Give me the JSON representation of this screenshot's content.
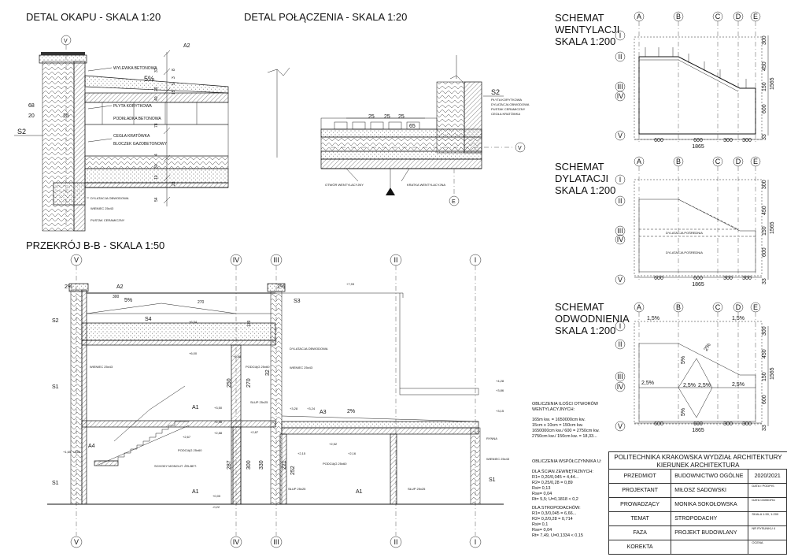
{
  "titles": {
    "okap": "DETAL OKAPU - SKALA 1:20",
    "polaczenie": "DETAL POŁĄCZENIA - SKALA 1:20",
    "przekroj": "PRZEKRÓJ B-B - SKALA 1:50",
    "went": [
      "SCHEMAT",
      "WENTYLACJI",
      "SKALA 1:200"
    ],
    "dyl": [
      "SCHEMAT",
      "DYLATACJI",
      "SKALA 1:200"
    ],
    "odw": [
      "SCHEMAT",
      "ODWODNIENIA",
      "SKALA 1:200"
    ]
  },
  "axes_plan_cols": [
    "A",
    "B",
    "C",
    "D",
    "E"
  ],
  "axes_plan_rows": [
    "I",
    "II",
    "III",
    "IV",
    "V"
  ],
  "axes_section": [
    "V",
    "IV",
    "III",
    "II",
    "I"
  ],
  "plan_dims": {
    "bottom": [
      "600",
      "600",
      "300",
      "300"
    ],
    "total": "1865",
    "right": [
      "300",
      "450",
      "150",
      "600",
      "33"
    ],
    "right_total": "1565"
  },
  "plan_dyl_label": "DYLATACJA POŚREDNIA",
  "odw_slopes": [
    "1,5%",
    "1,5%",
    "2%",
    "5%",
    "2,5%",
    "2,5%",
    "2,5%",
    "2,5%",
    "5%"
  ],
  "okap_labels": {
    "a2": "A2",
    "s2": "S2",
    "v": "V",
    "wylewka": "WYLEWKA BETONOWA",
    "slope": "5%",
    "plyta": "PŁYTA KORYTKOWA",
    "podkladka": "PODKŁADKA BETONOWA",
    "cegla": "CEGŁA KRATÓWKA",
    "bloczek": "BLOCZEK GAZOBETONOWY",
    "dylatacja": "DYLATACJA OBWODOWA",
    "wieniec": "WIENIEC 25x43",
    "pustak": "PUSTAK CERAMICZNY",
    "dims": [
      "68",
      "20",
      "25",
      "37",
      "29",
      "8",
      "3",
      "5",
      "15",
      "40",
      "78",
      "4",
      "30",
      "10",
      "54",
      "22"
    ]
  },
  "polacz_labels": {
    "s2": "S2",
    "v": "V",
    "e": "E",
    "plyta": "PŁYTA KORYTKOWA",
    "dylatacja": "DYLATACJA OBWODOWA",
    "pustak": "PUSTAK CERAMICZNY",
    "cegla": "CEGŁA KRATÓWKA",
    "otwor": "OTWÓR WENTYLACYJNY",
    "kratka": "KRATKA WENTYLACYJNA",
    "dims": [
      "25",
      "25",
      "25",
      "65"
    ]
  },
  "section_labels": {
    "pct_left": "2%",
    "pct_mid": "2%",
    "a2": "A2",
    "s3": "S3",
    "s2": "S2",
    "s4": "S4",
    "s1a": "S1",
    "s1b": "S1",
    "s1c": "S1",
    "a1a": "A1",
    "a1b": "A1",
    "a1c": "A1",
    "a3": "A3",
    "a4": "A4",
    "slope5": "5%",
    "slope2": "2%",
    "d300": "300",
    "d270": "270",
    "dylatacja": "DYLATACJA OBWODOWA",
    "wieniec1": "WIENIEC 25x43",
    "wieniec2": "WIENIEC 25x43",
    "wieniec3": "WIENIEC 25x43",
    "podciag1": "PODCIĄG 25x60",
    "podciag2": "PODCIĄG 25x60",
    "podciag3": "PODCIĄG 25x60",
    "slup1": "SŁUP 25x25",
    "slup2": "SŁUP 25x25",
    "slup3": "SŁUP 25x25",
    "schody": "SCHODY MONOLIT. ŻELBET.",
    "rynna": "RYNNA",
    "lv": [
      "+7,93",
      "+6,54",
      "+6,00",
      "+5,88",
      "+3,50",
      "+3,28",
      "+3,24",
      "+2,98",
      "+2,88",
      "+2,67",
      "+2,87",
      "+2,52",
      "+2,16",
      "+2,15",
      "+1,85",
      "+1,65",
      "+0,00",
      "-0,22",
      "+4,28",
      "+3,86",
      "+3,15"
    ],
    "vert": [
      "250",
      "270",
      "32",
      "287",
      "300",
      "330",
      "221",
      "252",
      "139"
    ]
  },
  "calc1": {
    "head": "OBLICZENIA ILOŚCI OTWORÓW WENTYLACYJNYCH:",
    "lines": [
      "165m kw. = 1650000cm kw.",
      "15cm x 10cm = 150cm kw.",
      "1650000cm kw./ 600 = 2750cm kw.",
      "2750cm kw./ 150cm kw. = 18,33..."
    ]
  },
  "calc2": {
    "head": "OBLICZENIA WSPÓŁCZYNNIKA U:",
    "sub1": "DLA ŚCIAN ZEWNĘTRZNYCH:",
    "lines1": [
      "R1= 0,20/0,045 = 4,44...",
      "R2= 0,25/0,28 = 0,89",
      "Rsi= 0,13",
      "Rse= 0,04",
      "Rt= 5,5; U=0,1818 < 0,2"
    ],
    "sub2": "DLA STROPODACHÓW:",
    "lines2": [
      "R1= 0,3/0,045 = 6,66...",
      "R2= 0,2/0,28 = 0,714",
      "Rsi= 0,1",
      "Rse= 0,04",
      "Rt= 7,49, U=0,1334 < 0,15"
    ]
  },
  "titleblock": {
    "header": [
      "POLITECHNIKA KRAKOWSKA WYDZIAŁ ARCHITEKTURY",
      "KIERUNEK ARCHITEKTURA"
    ],
    "rows": [
      {
        "label": "PRZEDMIOT",
        "value": "BUDOWNICTWO OGÓLNE",
        "extra": "2020/2021"
      },
      {
        "label": "PROJEKTANT",
        "value": "MIŁOSZ SADOWSKI",
        "extra": "DATA I PODPIS"
      },
      {
        "label": "PROWADZĄCY",
        "value": "MONIKA SOKOŁOWSKA",
        "extra": "DATA ODBIORU"
      },
      {
        "label": "TEMAT",
        "value": "STROPODACHY",
        "extra": "SKALA 1:50, 1:200"
      },
      {
        "label": "FAZA",
        "value": "PROJEKT BUDOWLANY",
        "extra": "NR RYSUNKU 4"
      },
      {
        "label": "KOREKTA",
        "value": "",
        "extra": "OCENA"
      }
    ]
  }
}
